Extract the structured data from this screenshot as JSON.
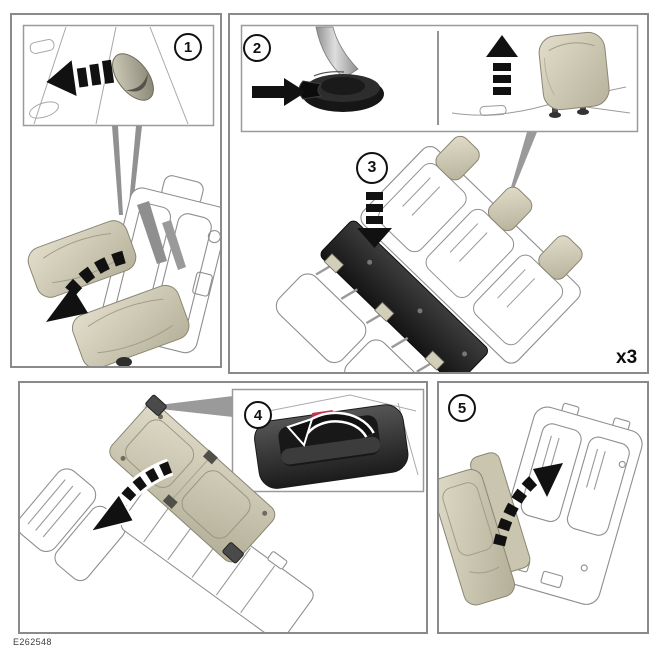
{
  "figure": {
    "reference_code": "E262548",
    "quantity_label": "x3",
    "steps": [
      {
        "label": "1"
      },
      {
        "label": "2"
      },
      {
        "label": "3"
      },
      {
        "label": "4"
      },
      {
        "label": "5"
      }
    ],
    "colors": {
      "seat_beige": "#d6d1ba",
      "seat_beige_shadow": "#b3ae97",
      "line_gray": "#8f8f8f",
      "panel_border": "#8a8a8a",
      "dark_panel": "#2a2a2a",
      "arrow_black": "#111111",
      "red_indicator": "#c3344a",
      "callout_gray": "#9a9a9a"
    }
  }
}
